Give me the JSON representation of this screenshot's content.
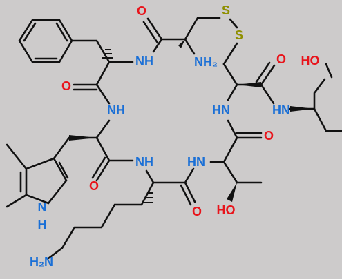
{
  "colors": {
    "background": "#cdcbcb",
    "bond": "#111111",
    "oxygen": "#e8141b",
    "nitrogen": "#1a6fd6",
    "sulfur": "#8f8f00"
  },
  "labels": {
    "s_top": "S",
    "s_bottom": "S",
    "o_top": "O",
    "nh_top": "NH",
    "nh2_top": "NH₂",
    "o_top_right": "O",
    "ho_top_right": "HO",
    "o_left": "O",
    "nh_left": "NH",
    "hn_mid_right": "HN",
    "hn_right": "HN",
    "o_mid_right": "O",
    "nh_bottom": "NH",
    "hn_bottom": "HN",
    "o_lower_left": "O",
    "o_bottom": "O",
    "ho_bottom": "HO",
    "n_indole": "N",
    "h_indole": "H",
    "h2n_bottom": "H₂N"
  }
}
